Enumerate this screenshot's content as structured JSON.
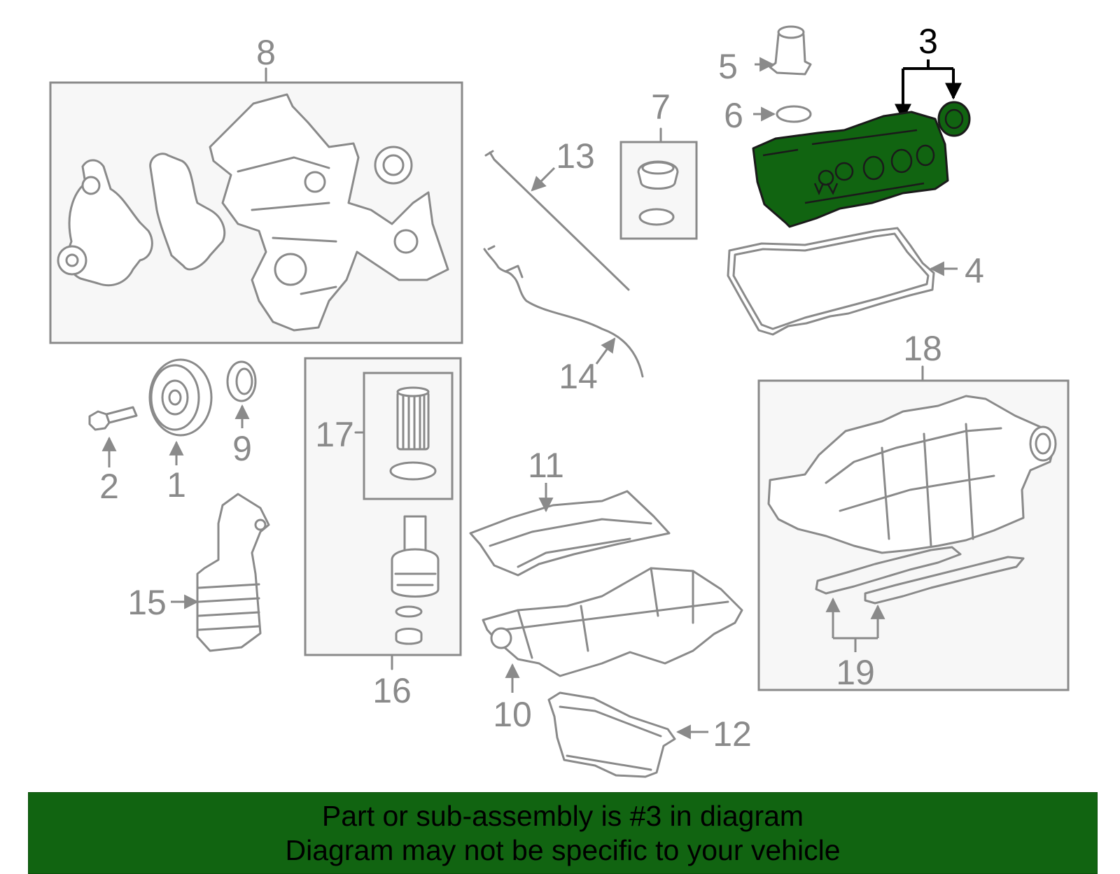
{
  "callouts": {
    "c1": "1",
    "c2": "2",
    "c3": "3",
    "c4": "4",
    "c5": "5",
    "c6": "6",
    "c7": "7",
    "c8": "8",
    "c9": "9",
    "c10": "10",
    "c11": "11",
    "c12": "12",
    "c13": "13",
    "c14": "14",
    "c15": "15",
    "c16": "16",
    "c17": "17",
    "c18": "18",
    "c19": "19"
  },
  "highlighted_callout": "3",
  "banner": {
    "line1": "Part or sub-assembly is #3 in diagram",
    "line2": "Diagram may not be specific to your vehicle"
  },
  "colors": {
    "highlight_green": "#116411",
    "line_gray": "#8a8a8a",
    "box_fill": "#f7f7f7"
  }
}
